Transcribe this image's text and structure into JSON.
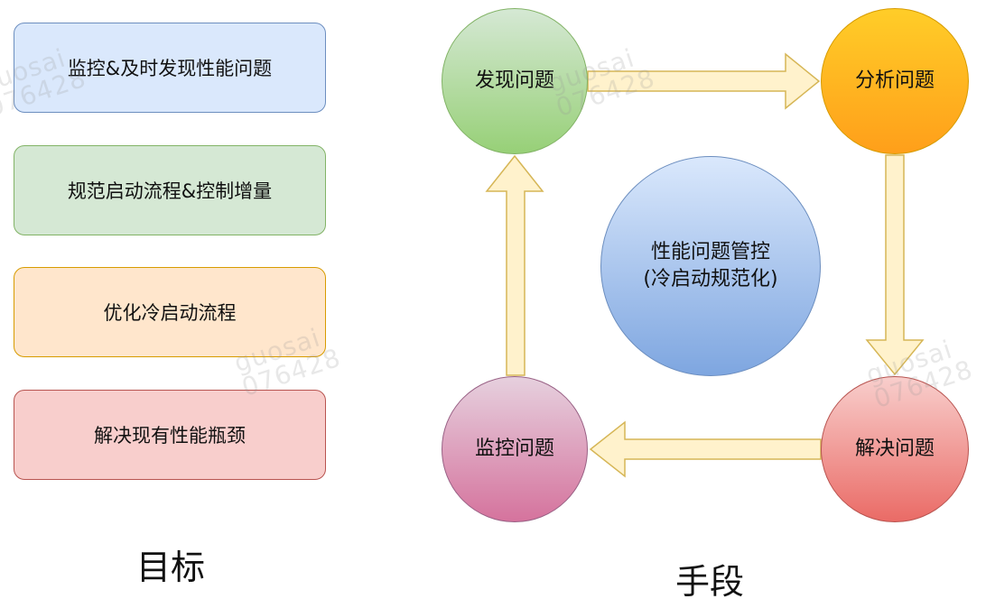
{
  "goals": {
    "items": [
      {
        "label": "监控&及时发现性能问题"
      },
      {
        "label": "规范启动流程&控制增量"
      },
      {
        "label": "优化冷启动流程"
      },
      {
        "label": "解决现有性能瓶颈"
      }
    ],
    "caption": "目标"
  },
  "means": {
    "nodes": {
      "discover": "发现问题",
      "analyze": "分析问题",
      "solve": "解决问题",
      "monitor": "监控问题"
    },
    "center": {
      "line1": "性能问题管控",
      "line2": "(冷启动规范化)"
    },
    "caption": "手段"
  },
  "watermark": {
    "name": "guosai",
    "code": "076428"
  },
  "colors": {
    "arrow_fill": "#fff2cc",
    "arrow_stroke": "#d6b656"
  }
}
